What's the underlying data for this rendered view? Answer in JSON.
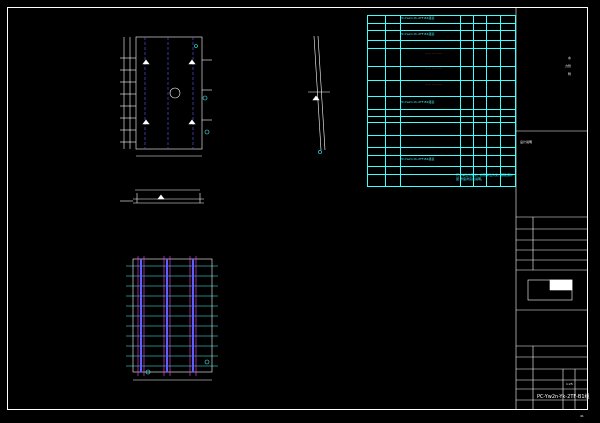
{
  "drawing": {
    "sheet_label": "PC-Yw2n-Yk-2TF-B1组",
    "header_right_1": "水",
    "header_right_2": "力管",
    "header_right_3": "附",
    "note_top": "PC-Yw2n-Yk-2TF-B1组表",
    "section_label_1": "PC-Yw2n-Yk-2TF-B1组表",
    "section_label_2": "PC-Yw2n-Yk-2TF-B1组表",
    "section_label_3": "PC-Yw2n-Yk-2TF-B1组表",
    "panel_label": "设计说明",
    "note_cn": "尺寸单位为毫米，标高单位为米，钢筋保护层",
    "note_cn_2": "厚度详见总说明。",
    "page_number": "41",
    "scale_label": "1:25"
  },
  "colors": {
    "background": "#000000",
    "line": "#ffffff",
    "cyan": "#40ffff",
    "red": "#ff3030",
    "magenta": "#ff40ff",
    "blue": "#6060ff"
  }
}
